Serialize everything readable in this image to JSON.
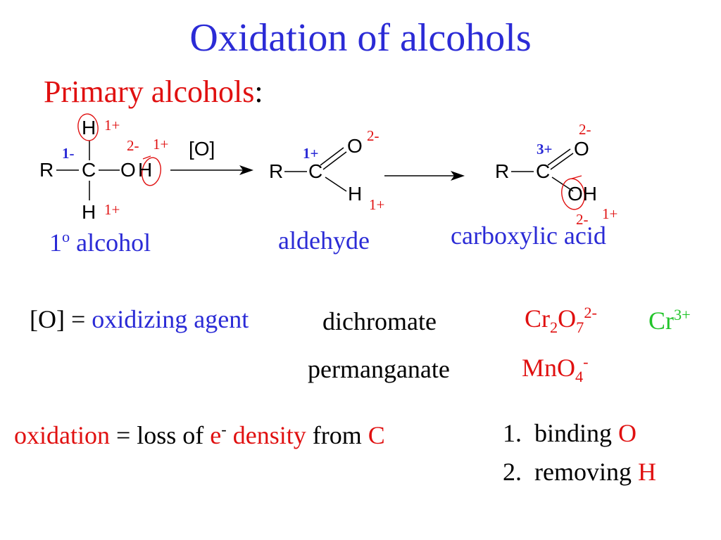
{
  "slide": {
    "title": "Oxidation of alcohols",
    "subtitle": "Primary alcohols",
    "subtitle_colon": ":"
  },
  "reaction": {
    "reagent": "[O]",
    "alcohol": {
      "atoms": {
        "R": "R",
        "C": "C",
        "O": "O",
        "H_top": "H",
        "H_bottom": "H",
        "H_right": "H"
      },
      "ox": {
        "c": "1-",
        "o": "2-",
        "h_oh": "1+",
        "h_top": "1+",
        "h_bottom": "1+"
      },
      "label": "1",
      "label_sup": "o",
      "label_rest": " alcohol"
    },
    "aldehyde": {
      "atoms": {
        "R": "R",
        "C": "C",
        "O": "O",
        "H": "H"
      },
      "ox": {
        "c": "1+",
        "o": "2-",
        "h": "1+"
      },
      "label": "aldehyde"
    },
    "acid": {
      "atoms": {
        "R": "R",
        "C": "C",
        "O_top": "O",
        "OH": "OH"
      },
      "ox": {
        "c": "3+",
        "o_top": "2-",
        "o_oh": "2-",
        "h_oh": "1+"
      },
      "label": "carboxylic acid"
    }
  },
  "agents": {
    "lhs": "[O] =",
    "oxidizing_agent": "oxidizing agent",
    "dichromate": "dichromate",
    "cr": "Cr",
    "cr_sub1": "2",
    "o": "O",
    "o_sub": "7",
    "cr2o7_charge": "2-",
    "cr3": "Cr",
    "cr3_charge": "3+",
    "permanganate": "permanganate",
    "mno": "MnO",
    "mno_sub": "4",
    "mno_charge": "-"
  },
  "definition": {
    "oxidation": "oxidation",
    "equals": " = loss of ",
    "e": "e",
    "e_sup": "-",
    "density": " density",
    "from": " from ",
    "C": "C"
  },
  "list": [
    {
      "num": "1.",
      "text": "binding ",
      "atom": "O"
    },
    {
      "num": "2.",
      "text": "removing ",
      "atom": "H"
    }
  ],
  "colors": {
    "blue": "#2b2bd6",
    "red": "#e01010",
    "green": "#22c42a"
  }
}
